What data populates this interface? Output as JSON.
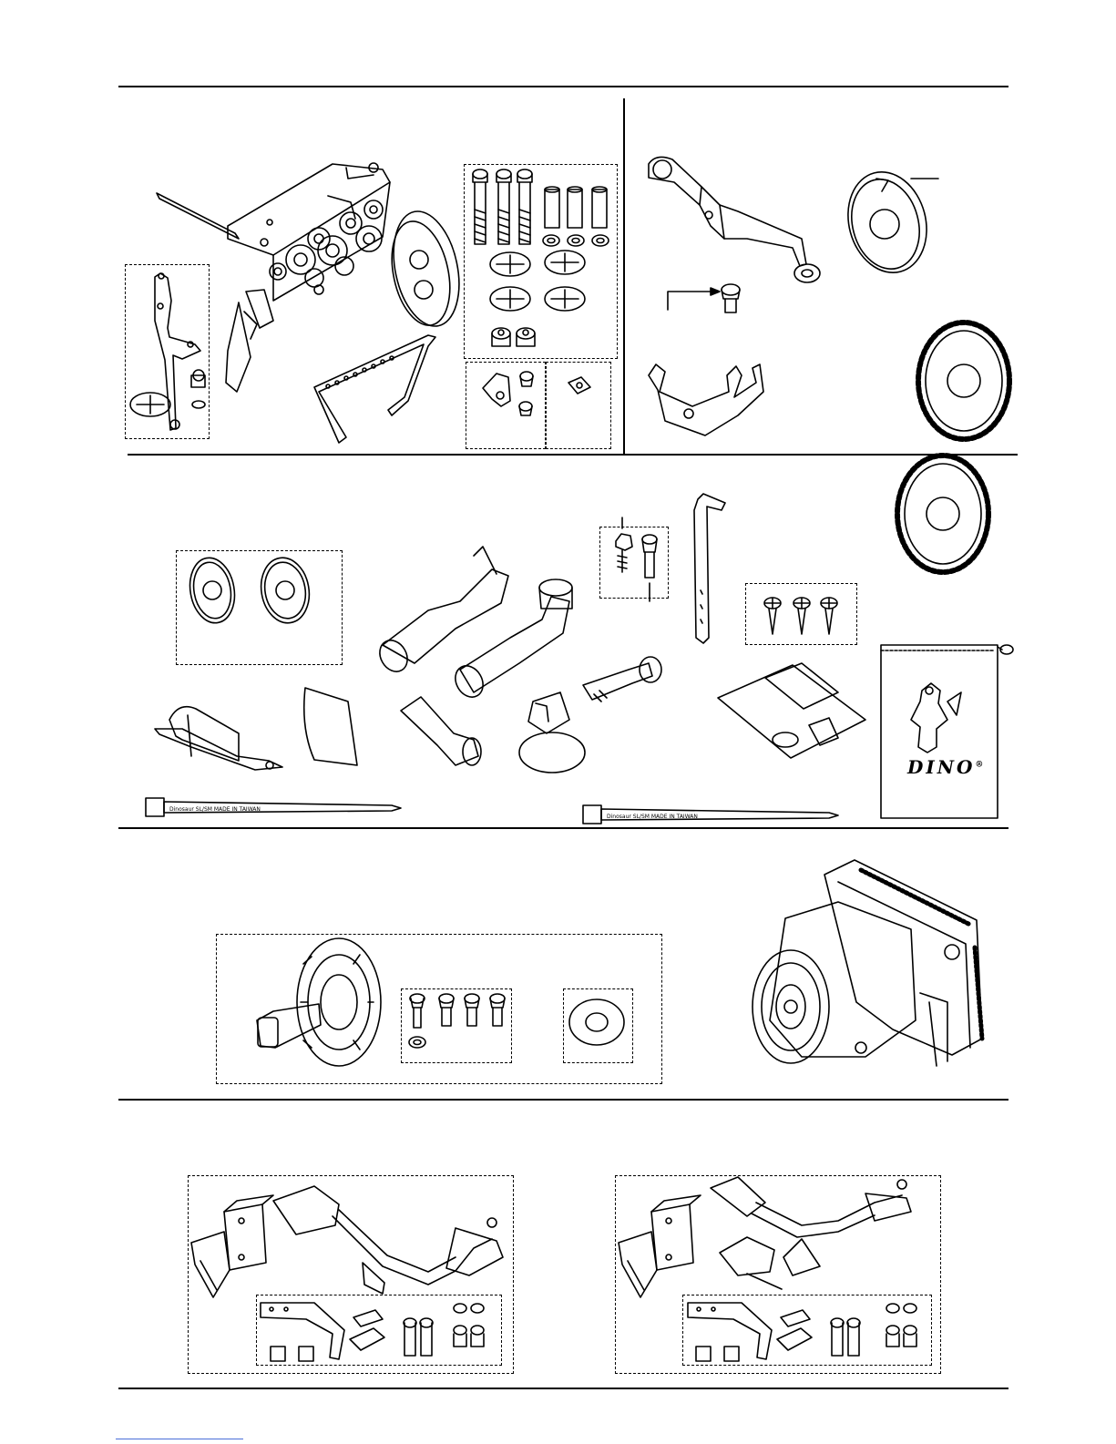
{
  "bag": {
    "brand": "DINO",
    "mark": "®"
  },
  "cable_tie": {
    "text_a": "Dinosaur",
    "text_b": "SL/SM",
    "text_c": "MADE IN TAIWAN"
  },
  "colors": {
    "line": "#000000",
    "link_underline": "#4a6fd8"
  }
}
